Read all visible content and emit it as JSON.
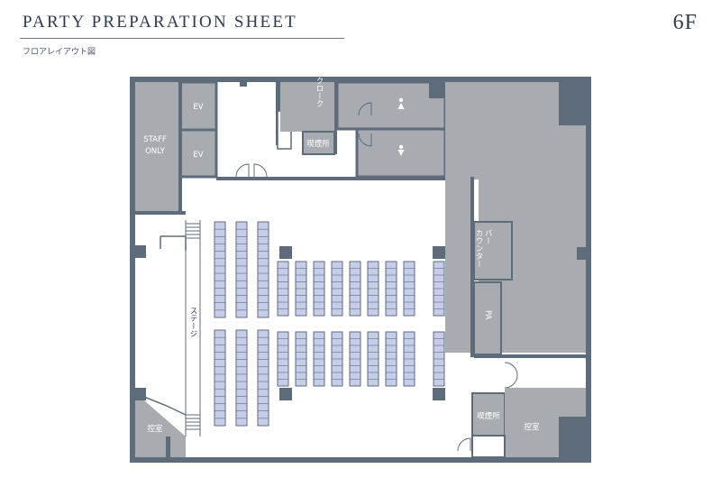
{
  "header": {
    "title": "PARTY PREPARATION SHEET",
    "subtitle": "フロアレイアウト図",
    "floor": "6F"
  },
  "rooms": {
    "ev1": "EV",
    "ev2": "EV",
    "staff_line1": "STAFF",
    "staff_line2": "ONLY",
    "cloak": "クローク",
    "smoking_top": "喫煙所",
    "bar_line1": "バー",
    "bar_line2": "カウンター",
    "pa": "PA",
    "stage": "ステージ",
    "waiting_left": "控室",
    "smoking_bottom": "喫煙所",
    "waiting_right": "控室"
  },
  "colors": {
    "wall": "#5e6b7a",
    "room": "#a8acb1",
    "seat": "#c5cde9",
    "ink": "#2e3a4d"
  },
  "icons": {
    "restroom_female": "female-restroom-icon",
    "restroom_male": "male-restroom-icon"
  }
}
